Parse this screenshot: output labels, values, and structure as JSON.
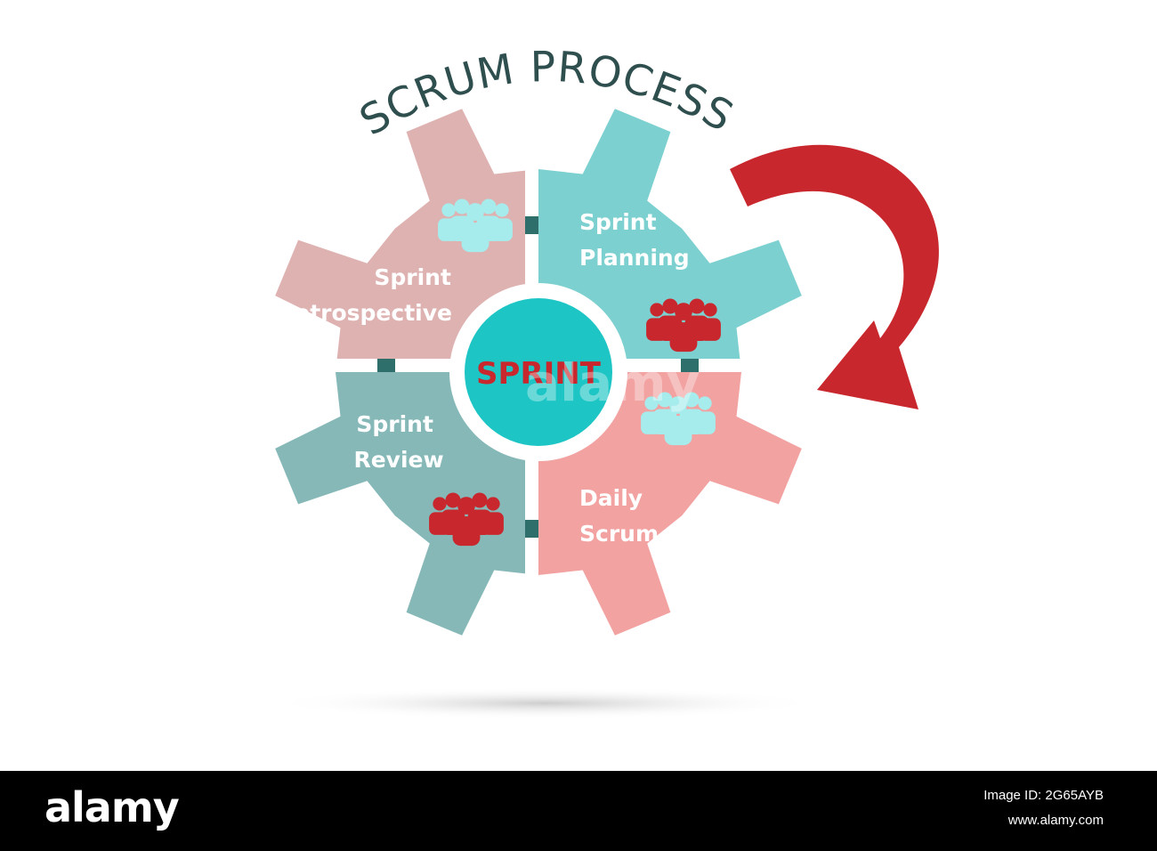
{
  "diagram": {
    "title": "SCRUM PROCESS",
    "center_label": "SPRINT",
    "quadrants": [
      {
        "id": "planning",
        "lines": [
          "Sprint",
          "Planning"
        ],
        "color": "#7dd0d0",
        "people_color": "#c8282d"
      },
      {
        "id": "daily",
        "lines": [
          "Daily",
          "Scrum"
        ],
        "color": "#f2a2a0",
        "people_color": "#a6ecec"
      },
      {
        "id": "review",
        "lines": [
          "Sprint",
          "Review"
        ],
        "color": "#86b8b8",
        "people_color": "#c8282d"
      },
      {
        "id": "retro",
        "lines": [
          "Sprint",
          "Retrospective"
        ],
        "color": "#dfb2b2",
        "people_color": "#a6ecec"
      }
    ],
    "center_color": "#1ec5c5",
    "arrow_color": "#c8282d",
    "connector_color": "#2f6f6b"
  },
  "watermark": "alamy",
  "footer": {
    "logo": "alamy",
    "image_id_label": "Image ID: 2G65AYB",
    "site": "www.alamy.com"
  }
}
